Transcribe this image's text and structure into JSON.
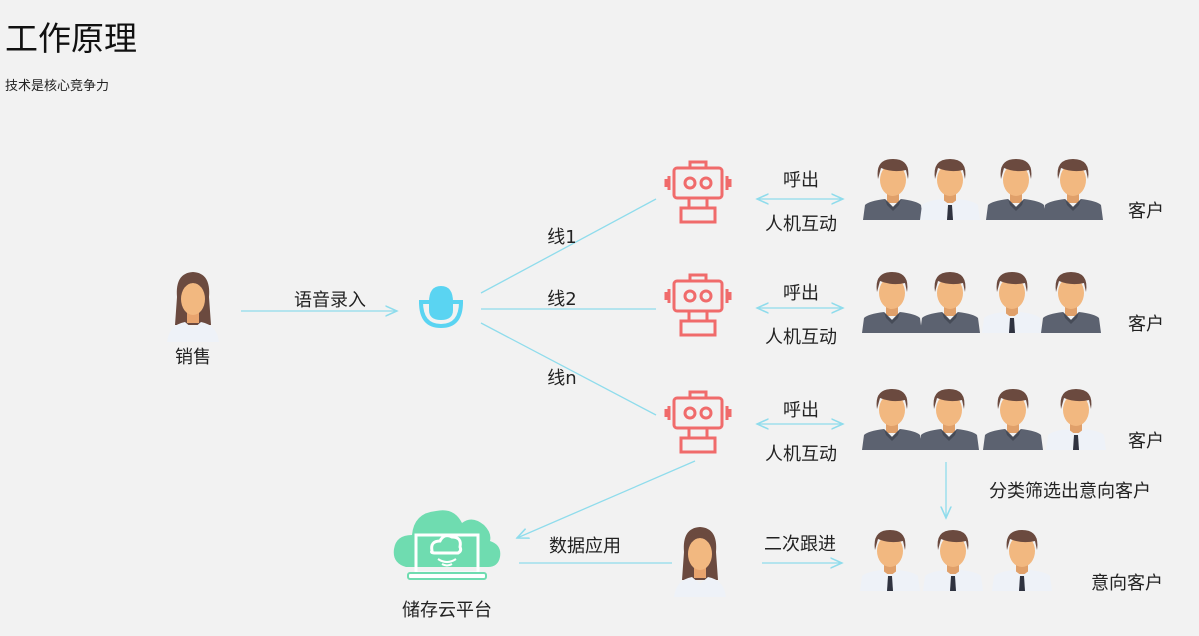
{
  "header": {
    "title": "工作原理",
    "subtitle": "技术是核心竞争力"
  },
  "colors": {
    "line": "#8fdcec",
    "robot": "#f06b6b",
    "mic": "#5ad4f2",
    "cloud": "#6fdcb0"
  },
  "sales": {
    "label": "销售"
  },
  "voice_input": {
    "label": "语音录入"
  },
  "lines": [
    {
      "label": "线1"
    },
    {
      "label": "线2"
    },
    {
      "label": "线n"
    }
  ],
  "robots": [
    {
      "out_label": "呼出",
      "interact_label": "人机互动",
      "customers_label": "客户",
      "customers": [
        "suit",
        "shirt",
        "suit",
        "suit"
      ]
    },
    {
      "out_label": "呼出",
      "interact_label": "人机互动",
      "customers_label": "客户",
      "customers": [
        "suit",
        "suit",
        "shirt",
        "suit"
      ]
    },
    {
      "out_label": "呼出",
      "interact_label": "人机互动",
      "customers_label": "客户",
      "customers": [
        "suit",
        "suit",
        "suit",
        "shirt"
      ]
    }
  ],
  "filter": {
    "label": "分类筛选出意向客户"
  },
  "intent": {
    "label": "意向客户",
    "customers": [
      "shirt",
      "shirt",
      "shirt"
    ]
  },
  "cloud": {
    "label": "储存云平台"
  },
  "data_app": {
    "label": "数据应用"
  },
  "followup": {
    "label": "二次跟进"
  }
}
